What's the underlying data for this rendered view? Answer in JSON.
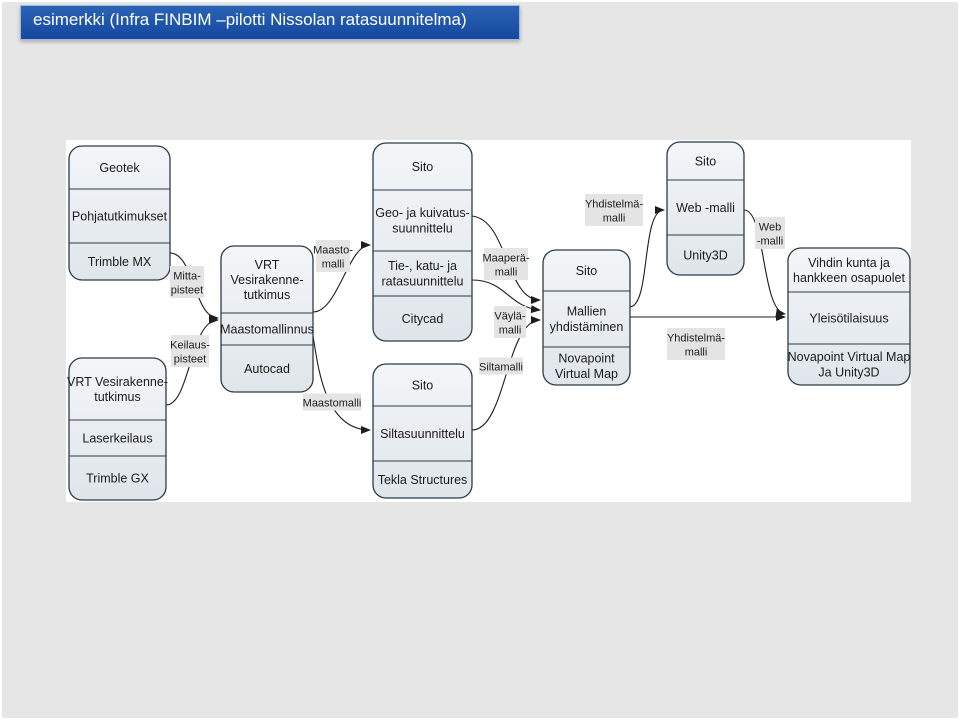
{
  "slide": {
    "title": "esimerkki (Infra FINBIM –pilotti Nissolan ratasuunnitelma)"
  },
  "diagram": {
    "nodes": {
      "geotek": {
        "header": "Geotek",
        "rows": [
          [
            "Pohjatutkimukset"
          ],
          [
            "Trimble MX"
          ]
        ]
      },
      "vrt_survey": {
        "header": [
          "VRT Vesirakenne-",
          "tutkimus"
        ],
        "rows": [
          [
            "Laserkeilaus"
          ],
          [
            "Trimble GX"
          ]
        ]
      },
      "vrt_center": {
        "header": [
          "VRT",
          "Vesirakenne-",
          "tutkimus"
        ],
        "rows": [
          [
            "Maastomallinnus"
          ],
          [
            "Autocad"
          ]
        ]
      },
      "sito_top": {
        "header": "Sito",
        "rows": [
          [
            "Geo- ja kuivatus-",
            "suunnittelu"
          ],
          [
            "Tie-, katu- ja",
            "ratasuunnittelu"
          ],
          [
            "Citycad"
          ]
        ]
      },
      "sito_bottom": {
        "header": "Sito",
        "rows": [
          [
            "Siltasuunnittelu"
          ],
          [
            "Tekla Structures"
          ]
        ]
      },
      "sito_merge": {
        "header": "Sito",
        "rows": [
          [
            "Mallien",
            "yhdistäminen"
          ],
          [
            "Novapoint",
            "Virtual Map"
          ]
        ]
      },
      "sito_web": {
        "header": "Sito",
        "rows": [
          [
            "Web -malli"
          ],
          [
            "Unity3D"
          ]
        ]
      },
      "vihti": {
        "header": [
          "Vihdin kunta ja",
          "hankkeen osapuolet"
        ],
        "rows": [
          [
            "Yleisötilaisuus"
          ],
          [
            "Novapoint Virtual Map",
            "Ja Unity3D"
          ]
        ]
      }
    },
    "edge_labels": {
      "mittapisteet": [
        "Mitta-",
        "pisteet"
      ],
      "keilauspisteet": [
        "Keilaus-",
        "pisteet"
      ],
      "maastomalli_top": [
        "Maasto-",
        "malli"
      ],
      "maastomalli_bottom": [
        "Maastomalli"
      ],
      "maaperamalli": [
        "Maaperä-",
        "malli"
      ],
      "vaylamalli": [
        "Väylä-",
        "malli"
      ],
      "siltamalli": [
        "Siltamalli"
      ],
      "yhdistelmamalli_top": [
        "Yhdistelmä-",
        "malli"
      ],
      "yhdistelmamalli_mid": [
        "Yhdistelmä-",
        "malli"
      ],
      "webmalli": [
        "Web",
        "-malli"
      ]
    }
  }
}
